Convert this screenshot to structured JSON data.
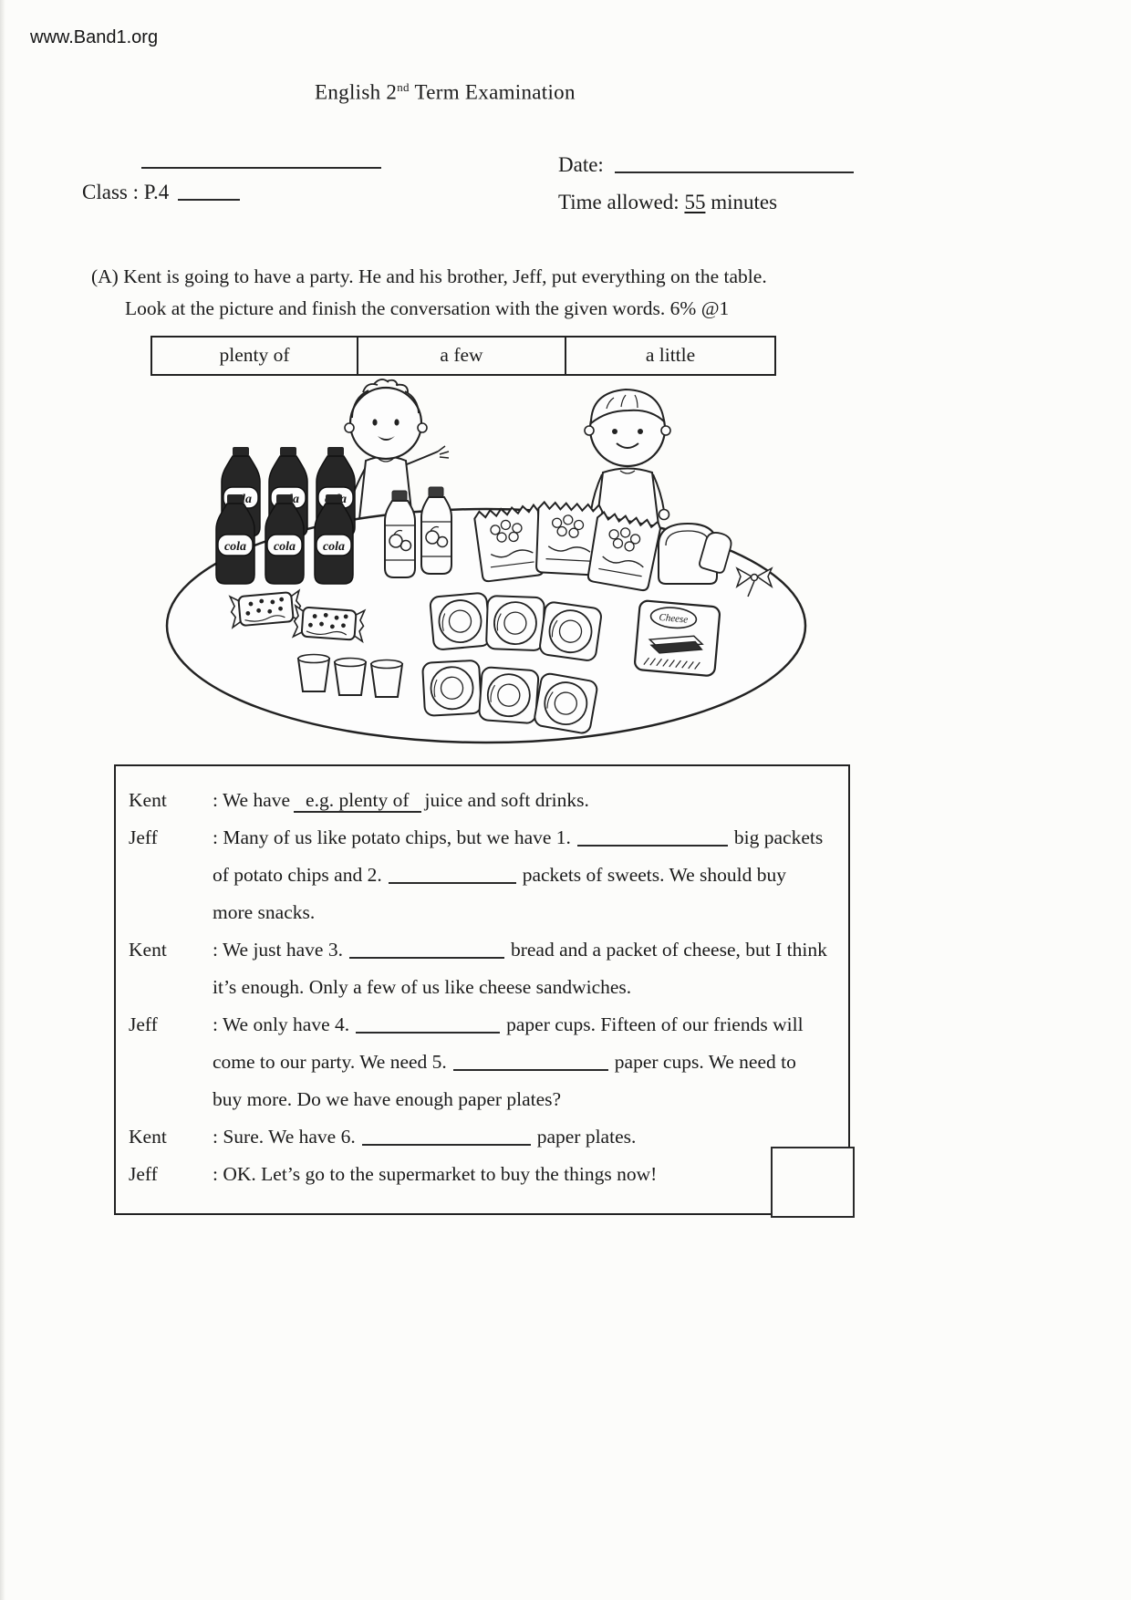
{
  "page": {
    "watermark": "www.Band1.org"
  },
  "header": {
    "title_prefix": "English  2",
    "title_sup": "nd",
    "title_suffix": " Term Examination",
    "class_label": "Class : P.4",
    "date_label": "Date:",
    "time_label": "Time allowed:",
    "time_value": "55",
    "time_unit": "minutes"
  },
  "section": {
    "instruction_line1": "(A) Kent is going to have a party. He and his brother, Jeff, put everything on the table.",
    "instruction_line2": "Look at the picture and finish the conversation with the given words. 6% @1",
    "word_bank": [
      "plenty of",
      "a few",
      "a little"
    ]
  },
  "illustration": {
    "cola_label": "cola",
    "cheese_label": "Cheese"
  },
  "conversation": {
    "lines": [
      {
        "speaker": "Kent",
        "pre": ": We have",
        "example": "e.g. plenty of",
        "post": "juice and soft drinks."
      },
      {
        "speaker": "Jeff",
        "seg1": ": Many of us like potato chips, but we have 1.",
        "seg2": "big packets of potato chips and 2.",
        "seg3": "packets of sweets. We should buy more snacks."
      },
      {
        "speaker": "Kent",
        "seg1": ": We just have 3.",
        "seg2": "bread and a packet of cheese, but I think it’s enough. Only a few of us like cheese sandwiches."
      },
      {
        "speaker": "Jeff",
        "seg1": ": We only have 4.",
        "seg2": "paper cups. Fifteen of our friends will come to our party. We need 5.",
        "seg3": "paper cups. We need to buy more. Do we have enough paper plates?"
      },
      {
        "speaker": "Kent",
        "seg1": ": Sure. We have 6.",
        "seg2": "paper plates."
      },
      {
        "speaker": "Jeff",
        "seg1": ": OK. Let’s go to the supermarket to buy the things now!"
      }
    ]
  }
}
